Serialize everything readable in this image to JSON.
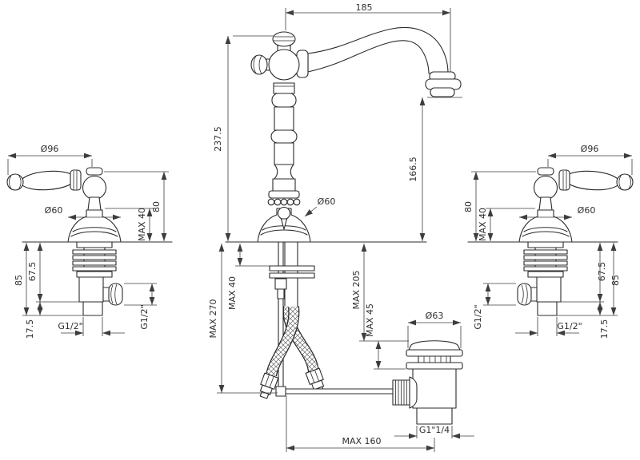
{
  "figure": {
    "kind": "technical-dimensional-drawing",
    "subject": "three-hole-basin-mixer-tap-with-pop-up-waste"
  },
  "colors": {
    "line": "#2b2b2b",
    "dimension": "#3d3d3d",
    "background": "#ffffff"
  },
  "dims": {
    "spout_reach": "185",
    "total_height": "237.5",
    "spout_outlet_height": "166.5",
    "column_base_diameter": "Ø60",
    "handle_diameter": "Ø96",
    "handle_base_diameter": "Ø60",
    "handle_height": "80",
    "max_40": "MAX 40",
    "depth_85": "85",
    "depth_67_5": "67.5",
    "depth_17_5": "17.5",
    "thread_g12": "G1/2\"",
    "hose_max_270": "MAX 270",
    "rod_max_205": "MAX 205",
    "waste_max_45": "MAX 45",
    "waste_diameter": "Ø63",
    "waste_thread": "G1\"1/4",
    "popup_reach_max_160": "MAX 160"
  }
}
